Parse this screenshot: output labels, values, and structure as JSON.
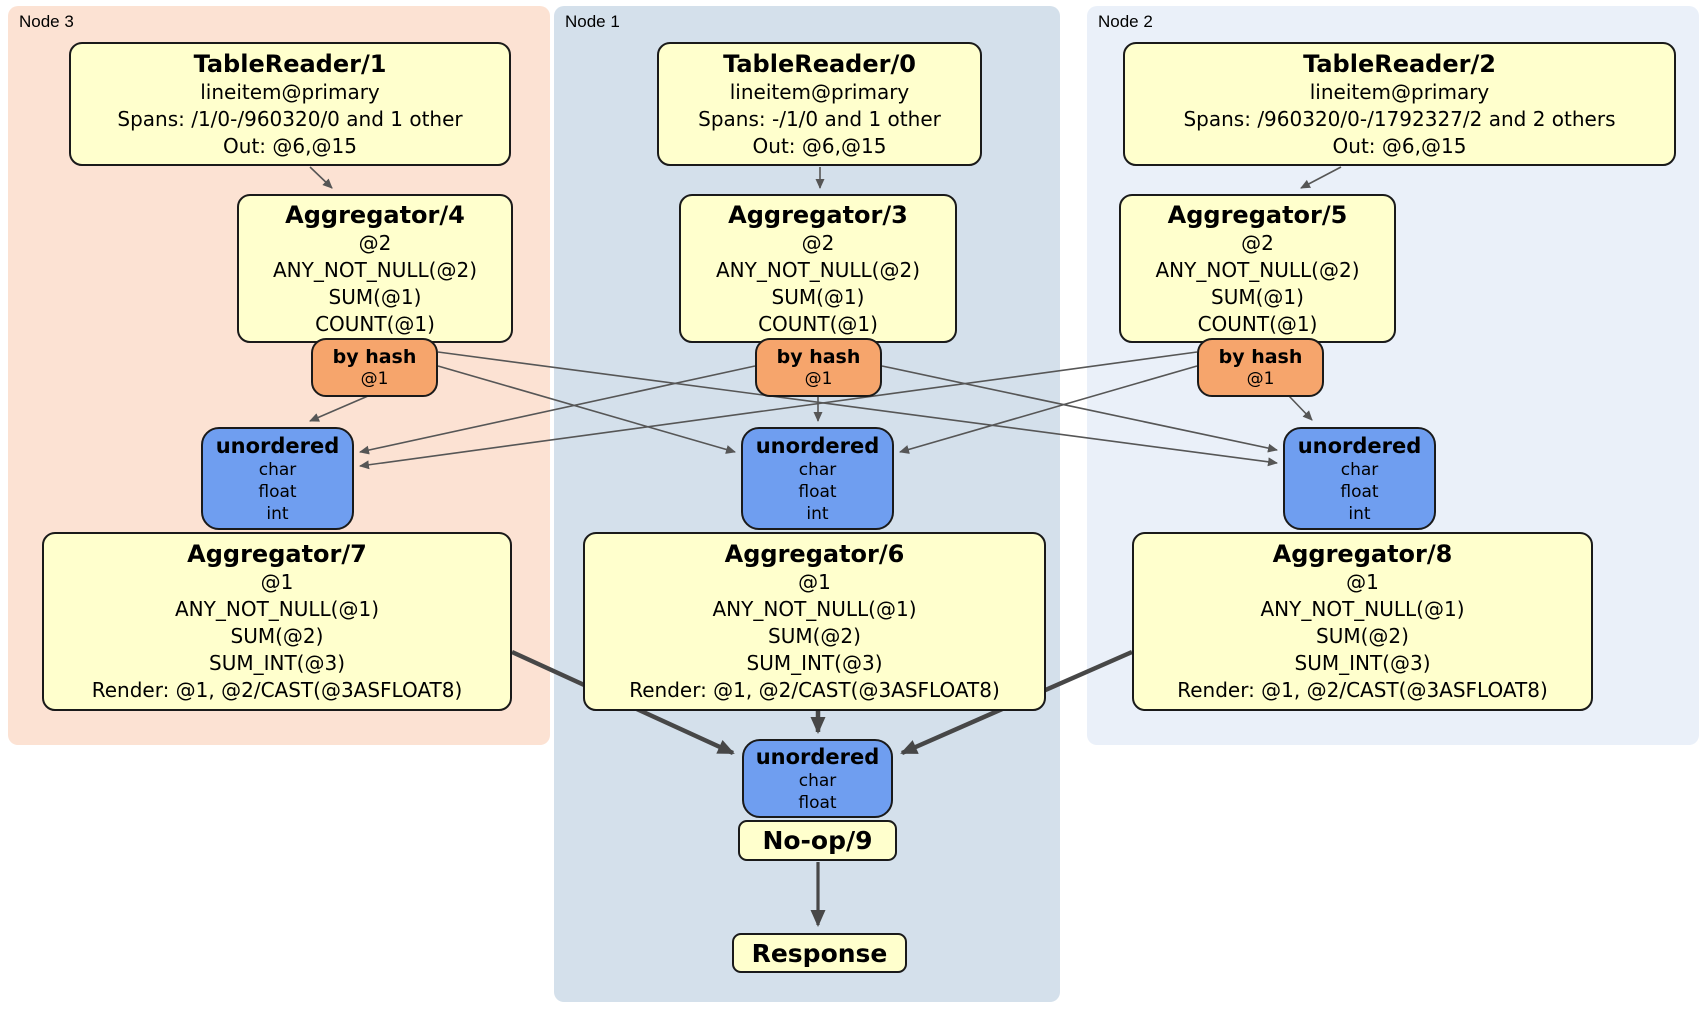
{
  "nodes": [
    {
      "label": "Node 3",
      "table_reader": {
        "title": "TableReader/1",
        "table": "lineitem@primary",
        "spans": "Spans: /1/0-/960320/0 and 1 other",
        "out": "Out: @6,@15"
      },
      "pre_aggregator": {
        "title": "Aggregator/4",
        "group": "@2",
        "funcs": [
          "ANY_NOT_NULL(@2)",
          "SUM(@1)",
          "COUNT(@1)"
        ]
      },
      "router": {
        "title": "by hash",
        "key": "@1"
      },
      "sync": {
        "title": "unordered",
        "streams": [
          "char",
          "float",
          "int"
        ]
      },
      "post_aggregator": {
        "title": "Aggregator/7",
        "group": "@1",
        "funcs": [
          "ANY_NOT_NULL(@1)",
          "SUM(@2)",
          "SUM_INT(@3)"
        ],
        "render": "Render: @1, @2/CAST(@3ASFLOAT8)"
      }
    },
    {
      "label": "Node 1",
      "table_reader": {
        "title": "TableReader/0",
        "table": "lineitem@primary",
        "spans": "Spans: -/1/0 and 1 other",
        "out": "Out: @6,@15"
      },
      "pre_aggregator": {
        "title": "Aggregator/3",
        "group": "@2",
        "funcs": [
          "ANY_NOT_NULL(@2)",
          "SUM(@1)",
          "COUNT(@1)"
        ]
      },
      "router": {
        "title": "by hash",
        "key": "@1"
      },
      "sync": {
        "title": "unordered",
        "streams": [
          "char",
          "float",
          "int"
        ]
      },
      "post_aggregator": {
        "title": "Aggregator/6",
        "group": "@1",
        "funcs": [
          "ANY_NOT_NULL(@1)",
          "SUM(@2)",
          "SUM_INT(@3)"
        ],
        "render": "Render: @1, @2/CAST(@3ASFLOAT8)"
      }
    },
    {
      "label": "Node 2",
      "table_reader": {
        "title": "TableReader/2",
        "table": "lineitem@primary",
        "spans": "Spans: /960320/0-/1792327/2 and 2 others",
        "out": "Out: @6,@15"
      },
      "pre_aggregator": {
        "title": "Aggregator/5",
        "group": "@2",
        "funcs": [
          "ANY_NOT_NULL(@2)",
          "SUM(@1)",
          "COUNT(@1)"
        ]
      },
      "router": {
        "title": "by hash",
        "key": "@1"
      },
      "sync": {
        "title": "unordered",
        "streams": [
          "char",
          "float",
          "int"
        ]
      },
      "post_aggregator": {
        "title": "Aggregator/8",
        "group": "@1",
        "funcs": [
          "ANY_NOT_NULL(@1)",
          "SUM(@2)",
          "SUM_INT(@3)"
        ],
        "render": "Render: @1, @2/CAST(@3ASFLOAT8)"
      }
    }
  ],
  "final": {
    "sync": {
      "title": "unordered",
      "streams": [
        "char",
        "float"
      ]
    },
    "noop": "No-op/9",
    "response": "Response"
  },
  "colors": {
    "panel_node3": "#fce2d3",
    "panel_node1": "#d4e0eb",
    "panel_node2": "#eaf0f9",
    "processor_fill": "#ffffcd",
    "router_fill": "#f6a56c",
    "sync_fill": "#6f9ef0",
    "edge": "#565656",
    "edge_emphasis": "#474747"
  }
}
